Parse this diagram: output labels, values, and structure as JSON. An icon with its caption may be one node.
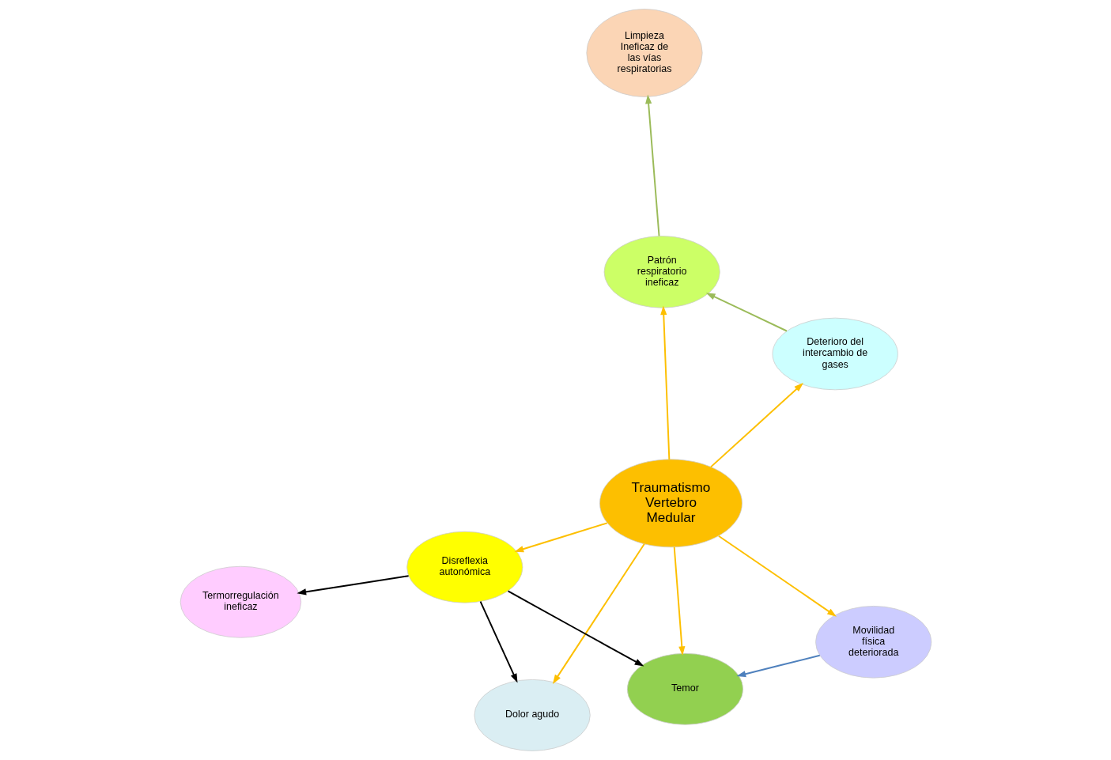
{
  "diagram": {
    "nodes": [
      {
        "text": [
          "Traumatismo Vertebro Medular"
        ]
      },
      {
        "text": [
          "Deterioro del intercambio de gases"
        ]
      },
      {
        "text": [
          "Dolor agudo"
        ]
      },
      {
        "text": [
          "Termorregulación ineficaz"
        ]
      },
      {
        "text": [
          "Patrón respiratorio ineficaz"
        ]
      },
      {
        "text": [
          "Disreflexia autonómica"
        ]
      },
      {
        "text": [
          "Limpieza Ineficaz de las vías respiratorias"
        ]
      },
      {
        "text": [
          "Movilidad física deteriorada"
        ]
      },
      {
        "text": [
          "Temor"
        ]
      }
    ],
    "edges": [
      {
        "from": 0,
        "to": 1,
        "arrow": "to"
      },
      {
        "from": 0,
        "to": 2,
        "arrow": "to"
      },
      {
        "from": 0,
        "to": 4,
        "arrow": "to"
      },
      {
        "from": 0,
        "to": 5,
        "arrow": "to"
      },
      {
        "from": 0,
        "to": 7,
        "arrow": "to"
      },
      {
        "from": 0,
        "to": 8,
        "arrow": "to"
      },
      {
        "from": 1,
        "to": 4,
        "arrow": "to",
        "color": "#9bbb59"
      },
      {
        "from": 4,
        "to": 6,
        "arrow": "to",
        "color": "#9bbb59"
      },
      {
        "from": 5,
        "to": 2,
        "arrow": "to",
        "color": "#000000"
      },
      {
        "from": 5,
        "to": 3,
        "arrow": "to",
        "color": "#000000"
      },
      {
        "from": 5,
        "to": 8,
        "arrow": "to",
        "color": "#000000"
      },
      {
        "from": 7,
        "to": 8,
        "arrow": "to",
        "color": "#4f81bd"
      }
    ]
  }
}
